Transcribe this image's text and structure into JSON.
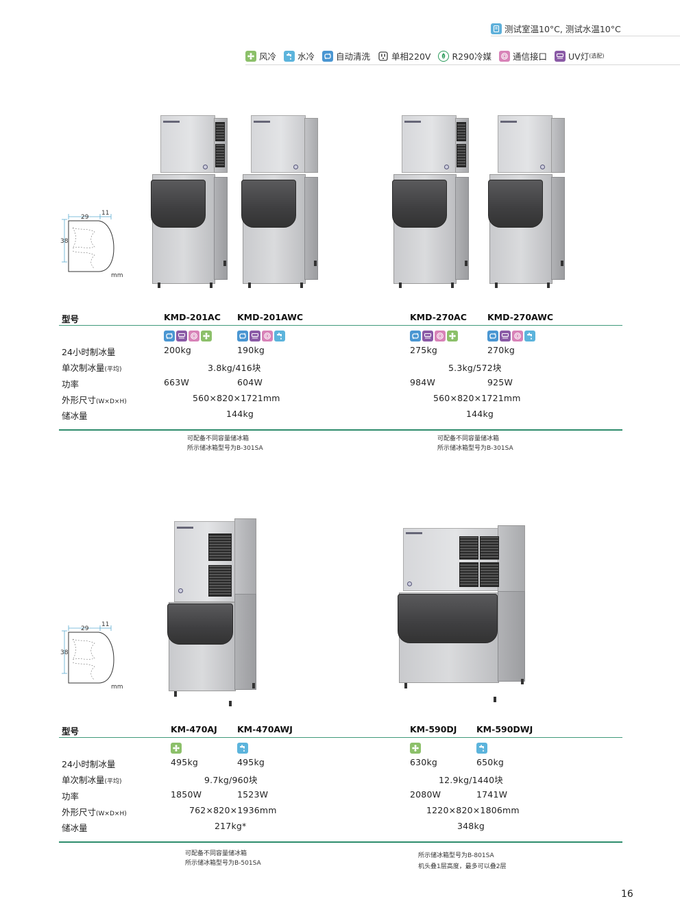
{
  "header": {
    "test_condition": "测试室温10°C, 测试水温10°C",
    "legend": [
      {
        "icon": "fan-icon",
        "label": "风冷",
        "note": "",
        "color": "#8cc06a"
      },
      {
        "icon": "water-tap-icon",
        "label": "水冷",
        "note": "",
        "color": "#5cb4dc"
      },
      {
        "icon": "auto-clean-icon",
        "label": "自动清洗",
        "note": "",
        "color": "#4a96d2"
      },
      {
        "icon": "plug-220v-icon",
        "label": "单相220V",
        "note": "",
        "color": "#555555"
      },
      {
        "icon": "r290-leaf-icon",
        "label": "R290冷媒",
        "note": "",
        "color": "#2a9a5a"
      },
      {
        "icon": "comm-port-icon",
        "label": "通信接口",
        "note": "",
        "color": "#d883b8"
      },
      {
        "icon": "uv-lamp-icon",
        "label": "UV灯",
        "note": "(选配)",
        "color": "#8a5aa6"
      }
    ]
  },
  "cube": {
    "w": "29",
    "d": "11",
    "h": "38",
    "unit": "mm"
  },
  "section1": {
    "title": "型号",
    "labels": {
      "capacity": "24小时制冰量",
      "batch": "单次制冰量",
      "batch_note": "(平均)",
      "power": "功率",
      "dims": "外形尺寸",
      "dims_note": "(W×D×H)",
      "storage": "储冰量"
    },
    "group_a": {
      "models": [
        "KMD-201AC",
        "KMD-201AWC"
      ],
      "capacity": [
        "200kg",
        "190kg"
      ],
      "batch": "3.8kg/416块",
      "power": [
        "663W",
        "604W"
      ],
      "dims": "560×820×1721mm",
      "storage": "144kg",
      "note": [
        "可配备不同容量储冰箱",
        "所示储冰箱型号为B-301SA"
      ]
    },
    "group_b": {
      "models": [
        "KMD-270AC",
        "KMD-270AWC"
      ],
      "capacity": [
        "275kg",
        "270kg"
      ],
      "batch": "5.3kg/572块",
      "power": [
        "984W",
        "925W"
      ],
      "dims": "560×820×1721mm",
      "storage": "144kg",
      "note": [
        "可配备不同容量储冰箱",
        "所示储冰箱型号为B-301SA"
      ]
    }
  },
  "section2": {
    "title": "型号",
    "group_a": {
      "models": [
        "KM-470AJ",
        "KM-470AWJ"
      ],
      "capacity": [
        "495kg",
        "495kg"
      ],
      "batch": "9.7kg/960块",
      "power": [
        "1850W",
        "1523W"
      ],
      "dims": "762×820×1936mm",
      "storage": "217kg*",
      "note": [
        "可配备不同容量储冰箱",
        "所示储冰箱型号为B-501SA"
      ]
    },
    "group_b": {
      "models": [
        "KM-590DJ",
        "KM-590DWJ"
      ],
      "capacity": [
        "630kg",
        "650kg"
      ],
      "batch": "12.9kg/1440块",
      "power": [
        "2080W",
        "1741W"
      ],
      "dims": "1220×820×1806mm",
      "storage": "348kg",
      "note": [
        "所示储冰箱型号为B-801SA",
        "机头叠1层高度，最多可以叠2层"
      ]
    }
  },
  "page_number": "16"
}
